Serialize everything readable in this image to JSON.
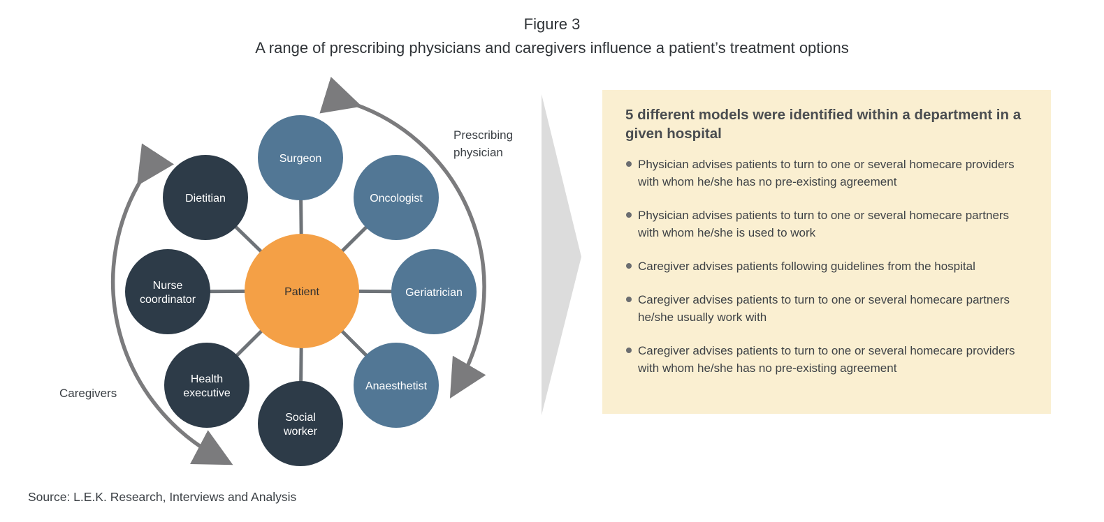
{
  "figure": {
    "label": "Figure 3",
    "title": "A range of prescribing physicians and caregivers influence a patient’s treatment options"
  },
  "diagram": {
    "center": {
      "line1": "Patient",
      "color": "#f4a046"
    },
    "physician_color": "#527795",
    "caregiver_color": "#2d3b48",
    "connector_color": "#6e7378",
    "arrow_color": "#7b7b7d",
    "nodes": [
      {
        "id": "surgeon",
        "line1": "Surgeon",
        "line2": "",
        "group": "physician"
      },
      {
        "id": "oncologist",
        "line1": "Oncologist",
        "line2": "",
        "group": "physician"
      },
      {
        "id": "geriatrician",
        "line1": "Geriatrician",
        "line2": "",
        "group": "physician"
      },
      {
        "id": "anaesthetist",
        "line1": "Anaesthetist",
        "line2": "",
        "group": "physician"
      },
      {
        "id": "social-worker",
        "line1": "Social",
        "line2": "worker",
        "group": "caregiver"
      },
      {
        "id": "health-executive",
        "line1": "Health",
        "line2": "executive",
        "group": "caregiver"
      },
      {
        "id": "nurse-coordinator",
        "line1": "Nurse",
        "line2": "coordinator",
        "group": "caregiver"
      },
      {
        "id": "dietitian",
        "line1": "Dietitian",
        "line2": "",
        "group": "caregiver"
      }
    ],
    "labels": {
      "prescribing_line1": "Prescribing",
      "prescribing_line2": "physician",
      "caregivers": "Caregivers"
    }
  },
  "panel": {
    "background": "#faefd1",
    "title": "5 different models were identified within a department in a given hospital",
    "items": [
      "Physician advises patients to turn to one or several homecare providers with whom he/she has no pre-existing agreement",
      "Physician advises patients to turn to one or several homecare partners with whom he/she is used to work",
      "Caregiver advises patients following guidelines from the hospital",
      "Caregiver advises patients to turn to one or several homecare partners he/she usually work with",
      "Caregiver advises patients to turn to one or several homecare providers with whom he/she has no pre-existing agreement"
    ]
  },
  "source": "Source: L.E.K. Research, Interviews and Analysis"
}
